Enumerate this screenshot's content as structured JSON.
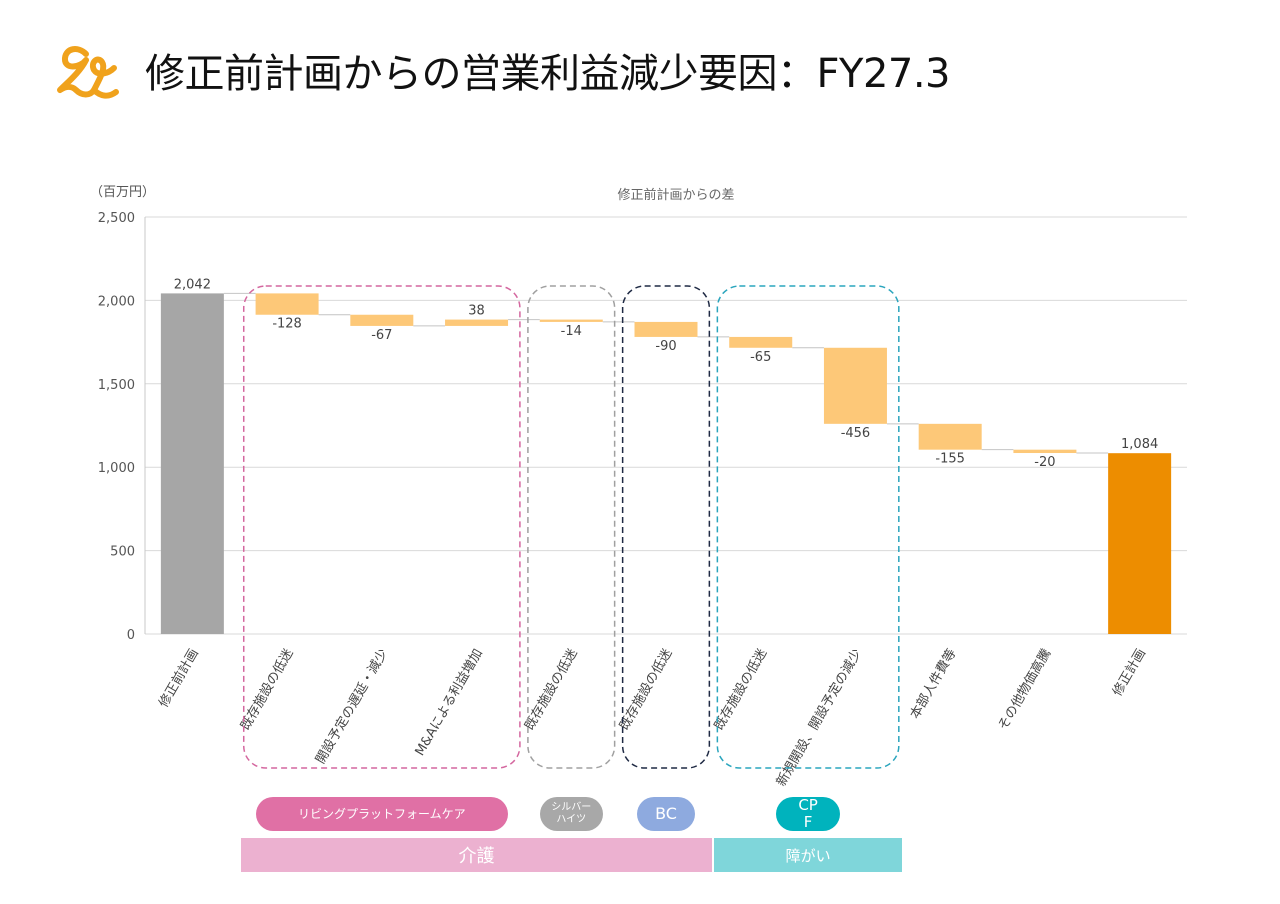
{
  "title": "修正前計画からの営業利益減少要因：FY27.3",
  "logo": {
    "icon": "lp-logo-icon",
    "color": "#f0a21c"
  },
  "chart_data": {
    "type": "bar",
    "subtype": "waterfall",
    "title": "修正前計画からの差",
    "unit_label": "（百万円）",
    "ylim": [
      0,
      2500
    ],
    "yticks": [
      "0",
      "500",
      "1,000",
      "1,500",
      "2,000",
      "2,500"
    ],
    "ytick_values": [
      0,
      500,
      1000,
      1500,
      2000,
      2500
    ],
    "grid": true,
    "categories": [
      "修正前計画",
      "既存施設の低迷",
      "開設予定の遅延・減少",
      "M&Aによる利益増加",
      "既存施設の低迷",
      "既存施設の低迷",
      "既存施設の低迷",
      "新規開設、開設予定の減少",
      "本部人件費等",
      "その他物価高騰",
      "修正計画"
    ],
    "values": [
      2042,
      -128,
      -67,
      38,
      -14,
      -90,
      -65,
      -456,
      -155,
      -20,
      1084
    ],
    "kinds": [
      "total",
      "delta",
      "delta",
      "delta",
      "delta",
      "delta",
      "delta",
      "delta",
      "delta",
      "delta",
      "total"
    ],
    "value_labels": [
      "2,042",
      "-128",
      "-67",
      "38",
      "-14",
      "-90",
      "-65",
      "-456",
      "-155",
      "-20",
      "1,084"
    ],
    "colors": {
      "start_total": "#a6a6a6",
      "delta": "#fdc878",
      "end_total": "#ed8d00",
      "grid": "#d9d9d9"
    },
    "segments": [
      {
        "name": "リビングプラットフォームケア",
        "first": 1,
        "last": 3,
        "box_color": "#d4679f",
        "pill_color": "#e070a5"
      },
      {
        "name": "シルバーハイツ",
        "pill_lines": [
          "シルバー",
          "ハイツ"
        ],
        "first": 4,
        "last": 4,
        "box_color": "#a0a0a0",
        "pill_color": "#a8a8a8"
      },
      {
        "name": "BC",
        "first": 5,
        "last": 5,
        "box_color": "#1f2a44",
        "pill_color": "#8eaadf"
      },
      {
        "name": "CPF",
        "pill_lines": [
          "CP",
          "F"
        ],
        "first": 6,
        "last": 7,
        "box_color": "#2aa5bd",
        "pill_color": "#00b3bd"
      }
    ],
    "groups": [
      {
        "name": "介護",
        "first": 1,
        "last": 5,
        "color": "#ecb1d0"
      },
      {
        "name": "障がい",
        "first": 6,
        "last": 7,
        "color": "#7fd6da"
      }
    ]
  }
}
